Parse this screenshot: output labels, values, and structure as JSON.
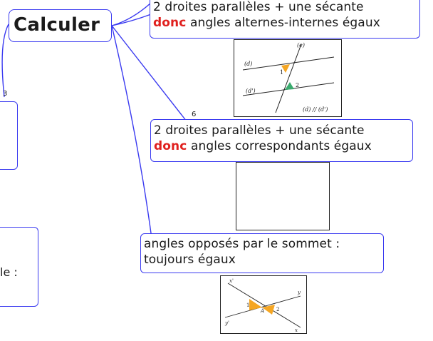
{
  "central": {
    "label": "Calculer"
  },
  "badges": [
    "3",
    "6"
  ],
  "branches": [
    {
      "line1": "2 droites parallèles + une sécante",
      "keyword": "donc",
      "line2_rest": " angles alternes-internes égaux",
      "figure": {
        "labels": [
          "(e)",
          "(d)",
          "1",
          "(d')",
          "2",
          "(d) // (d')"
        ]
      }
    },
    {
      "line1": "2 droites parallèles + une sécante",
      "keyword": "donc",
      "line2_rest": " angles correspondants égaux"
    },
    {
      "line1": "angles opposés par le sommet :",
      "line2": "toujours égaux",
      "figure": {
        "labels": [
          "x'",
          "y",
          "1",
          "A",
          "2",
          "y'",
          "x"
        ]
      }
    }
  ],
  "left_fragment": {
    "text": "le :"
  },
  "colors": {
    "border": "#3a3af0",
    "keyword": "#e0201e",
    "angle_orange": "#f5a623",
    "angle_green": "#3aaa6e"
  }
}
